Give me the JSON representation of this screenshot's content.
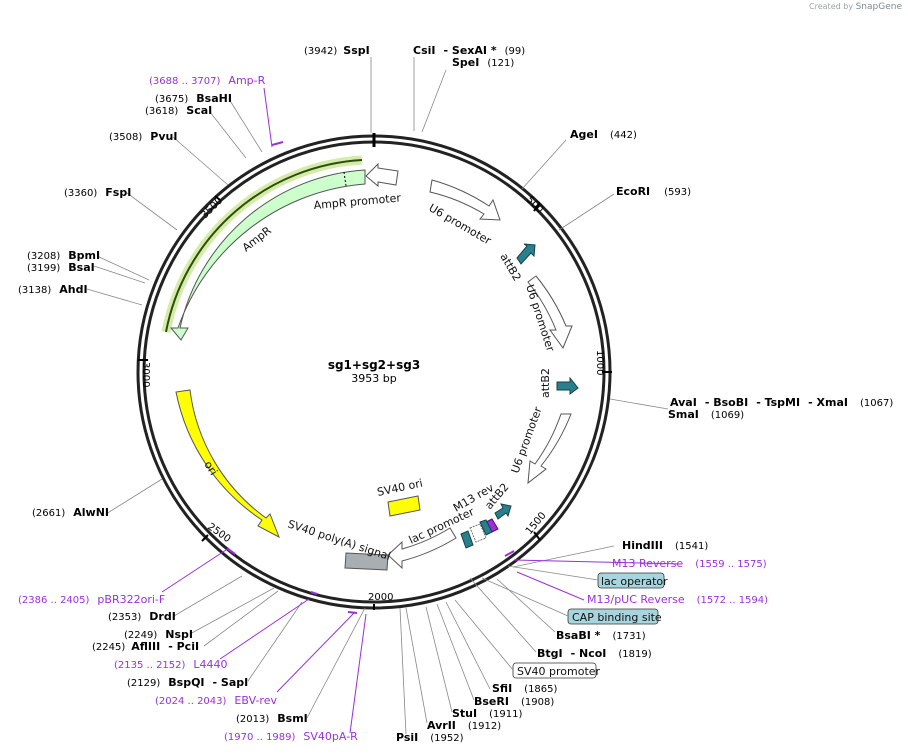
{
  "brand": {
    "prefix": "Created by",
    "name": "SnapGene"
  },
  "plasmid": {
    "name": "sg1+sg2+sg3",
    "length_label": "3953 bp"
  },
  "ticks": [
    "500",
    "1000",
    "1500",
    "2000",
    "2500",
    "3000",
    "3500"
  ],
  "enzymes": [
    {
      "name": "SspI",
      "pos": "(3942)"
    },
    {
      "name": "CsiI",
      "pos": ""
    },
    {
      "name": "SexAI",
      "pos": "(99)"
    },
    {
      "name": "SpeI",
      "pos": "(121)"
    },
    {
      "name": "AgeI",
      "pos": "(442)"
    },
    {
      "name": "EcoRI",
      "pos": "(593)"
    },
    {
      "name": "AvaI",
      "pos": ""
    },
    {
      "name": "BsoBI",
      "pos": ""
    },
    {
      "name": "TspMI",
      "pos": ""
    },
    {
      "name": "XmaI",
      "pos": "(1067)"
    },
    {
      "name": "SmaI",
      "pos": "(1069)"
    },
    {
      "name": "HindIII",
      "pos": "(1541)"
    },
    {
      "name": "BsaBI",
      "pos": "(1731)"
    },
    {
      "name": "BtgI",
      "pos": ""
    },
    {
      "name": "NcoI",
      "pos": "(1819)"
    },
    {
      "name": "SfiI",
      "pos": "(1865)"
    },
    {
      "name": "BseRI",
      "pos": "(1908)"
    },
    {
      "name": "StuI",
      "pos": "(1911)"
    },
    {
      "name": "AvrII",
      "pos": "(1912)"
    },
    {
      "name": "PsiI",
      "pos": "(1952)"
    },
    {
      "name": "BsmI",
      "pos": "(2013)"
    },
    {
      "name": "BspQI",
      "pos": "(2129)"
    },
    {
      "name": "SapI",
      "pos": ""
    },
    {
      "name": "AflIII",
      "pos": "(2245)"
    },
    {
      "name": "PciI",
      "pos": ""
    },
    {
      "name": "NspI",
      "pos": "(2249)"
    },
    {
      "name": "DrdI",
      "pos": "(2353)"
    },
    {
      "name": "AlwNI",
      "pos": "(2661)"
    },
    {
      "name": "AhdI",
      "pos": "(3138)"
    },
    {
      "name": "BsaI",
      "pos": "(3199)"
    },
    {
      "name": "BpmI",
      "pos": "(3208)"
    },
    {
      "name": "FspI",
      "pos": "(3360)"
    },
    {
      "name": "PvuI",
      "pos": "(3508)"
    },
    {
      "name": "ScaI",
      "pos": "(3618)"
    },
    {
      "name": "BsaHI",
      "pos": "(3675)"
    }
  ],
  "primers": [
    {
      "name": "Amp-R",
      "range": "(3688 .. 3707)"
    },
    {
      "name": "M13 Reverse",
      "range": "(1559 .. 1575)"
    },
    {
      "name": "M13/pUC Reverse",
      "range": "(1572 .. 1594)"
    },
    {
      "name": "pBR322ori-F",
      "range": "(2386 .. 2405)"
    },
    {
      "name": "L4440",
      "range": "(2135 .. 2152)"
    },
    {
      "name": "EBV-rev",
      "range": "(2024 .. 2043)"
    },
    {
      "name": "SV40pA-R",
      "range": "(1970 .. 1989)"
    }
  ],
  "boxed_features": [
    "lac operator",
    "CAP binding site",
    "SV40 promoter"
  ],
  "features": [
    "AmpR promoter",
    "AmpR",
    "U6 promoter",
    "attB2",
    "U6 promoter",
    "attB2",
    "U6 promoter",
    "attB2",
    "M13 rev",
    "lac promoter",
    "SV40 ori",
    "SV40 poly(A) signal",
    "ori"
  ],
  "colors": {
    "primer": "#9b30d9",
    "ampr": "#ccffcc",
    "ori": "#ffff00",
    "attb": "#2a7f8c",
    "polya": "#a9aeb3",
    "boxed_fill": "#a8d4de"
  }
}
